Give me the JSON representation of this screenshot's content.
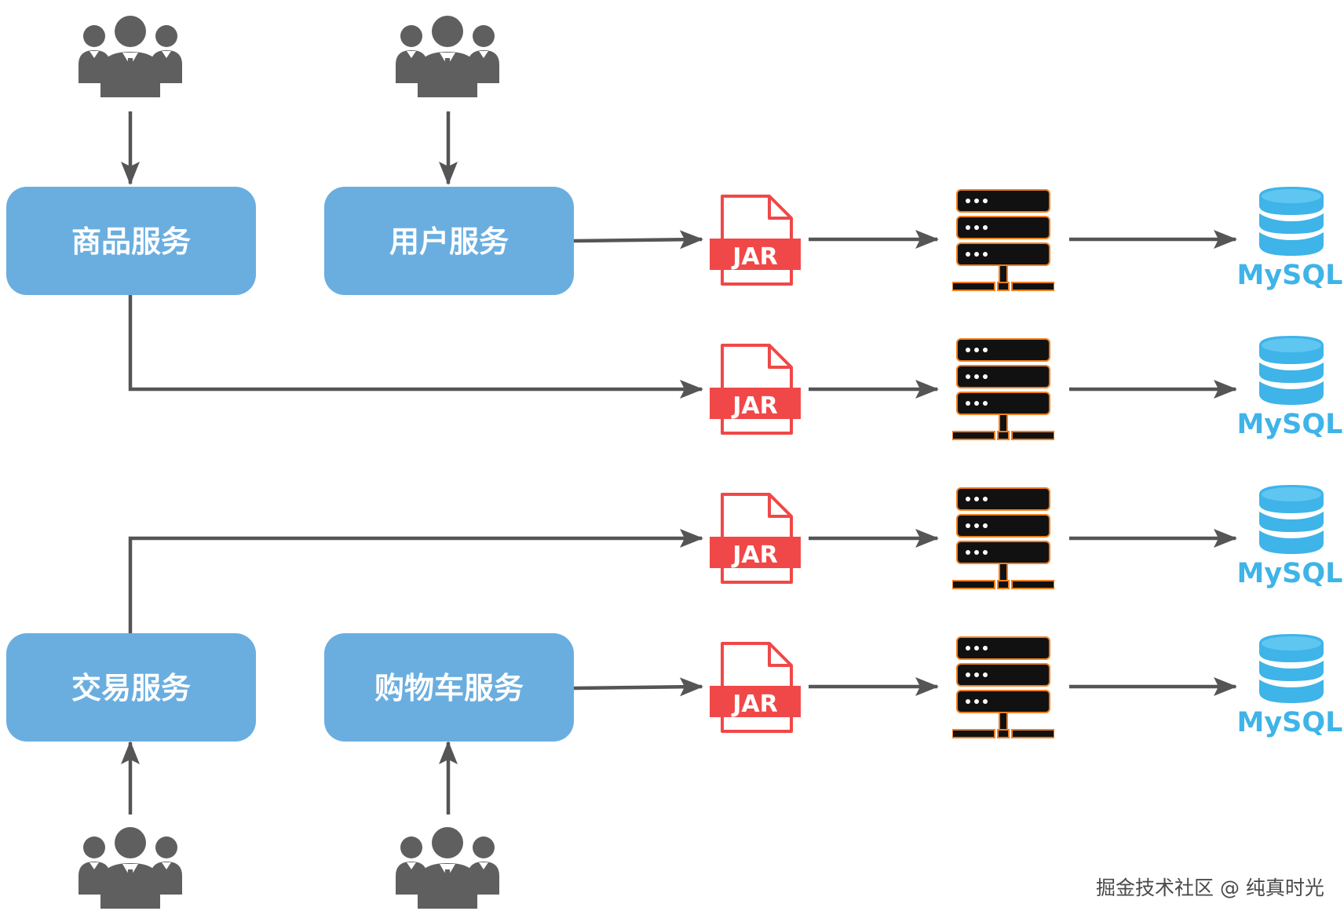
{
  "services": [
    {
      "id": "product",
      "label": "商品服务"
    },
    {
      "id": "user",
      "label": "用户服务"
    },
    {
      "id": "trade",
      "label": "交易服务"
    },
    {
      "id": "cart",
      "label": "购物车服务"
    }
  ],
  "deploy_rows": [
    {
      "jar_label": "JAR",
      "db_label": "MySQL"
    },
    {
      "jar_label": "JAR",
      "db_label": "MySQL"
    },
    {
      "jar_label": "JAR",
      "db_label": "MySQL"
    },
    {
      "jar_label": "JAR",
      "db_label": "MySQL"
    }
  ],
  "icons": {
    "users": "users-group-icon",
    "jar": "jar-file-icon",
    "server": "server-rack-icon",
    "database": "mysql-database-icon"
  },
  "colors": {
    "service_box": "#6aaee0",
    "arrow": "#555555",
    "users": "#5f5f5f",
    "jar": "#f04848",
    "server_body": "#111111",
    "server_accent": "#f07f1e",
    "mysql": "#3eb4e8"
  },
  "watermark": "掘金技术社区 @ 纯真时光"
}
